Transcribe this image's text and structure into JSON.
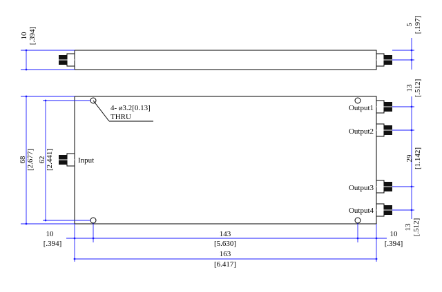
{
  "labels": {
    "input": "Input",
    "output1": "Output1",
    "output2": "Output2",
    "output3": "Output3",
    "output4": "Output4",
    "hole_spec": "4- ø3.2[0.13]",
    "thru": "THRU"
  },
  "dimensions": {
    "top_height_mm": "10",
    "top_height_in": "[.394]",
    "top_offset_mm": "5",
    "top_offset_in": "[.197]",
    "overall_height_mm": "68",
    "overall_height_in": "[2.677]",
    "hole_pitch_v_mm": "62",
    "hole_pitch_v_in": "[2.441]",
    "out_pitch_top_mm": "13",
    "out_pitch_top_in": "[.512]",
    "out_pitch_mid_mm": "29",
    "out_pitch_mid_in": "[1.142]",
    "out_pitch_bot_mm": "13",
    "out_pitch_bot_in": "[.512]",
    "left_hole_offset_mm": "10",
    "left_hole_offset_in": "[.394]",
    "hole_pitch_h_mm": "143",
    "hole_pitch_h_in": "[5.630]",
    "right_hole_offset_mm": "10",
    "right_hole_offset_in": "[.394]",
    "overall_length_mm": "163",
    "overall_length_in": "[6.417]"
  }
}
